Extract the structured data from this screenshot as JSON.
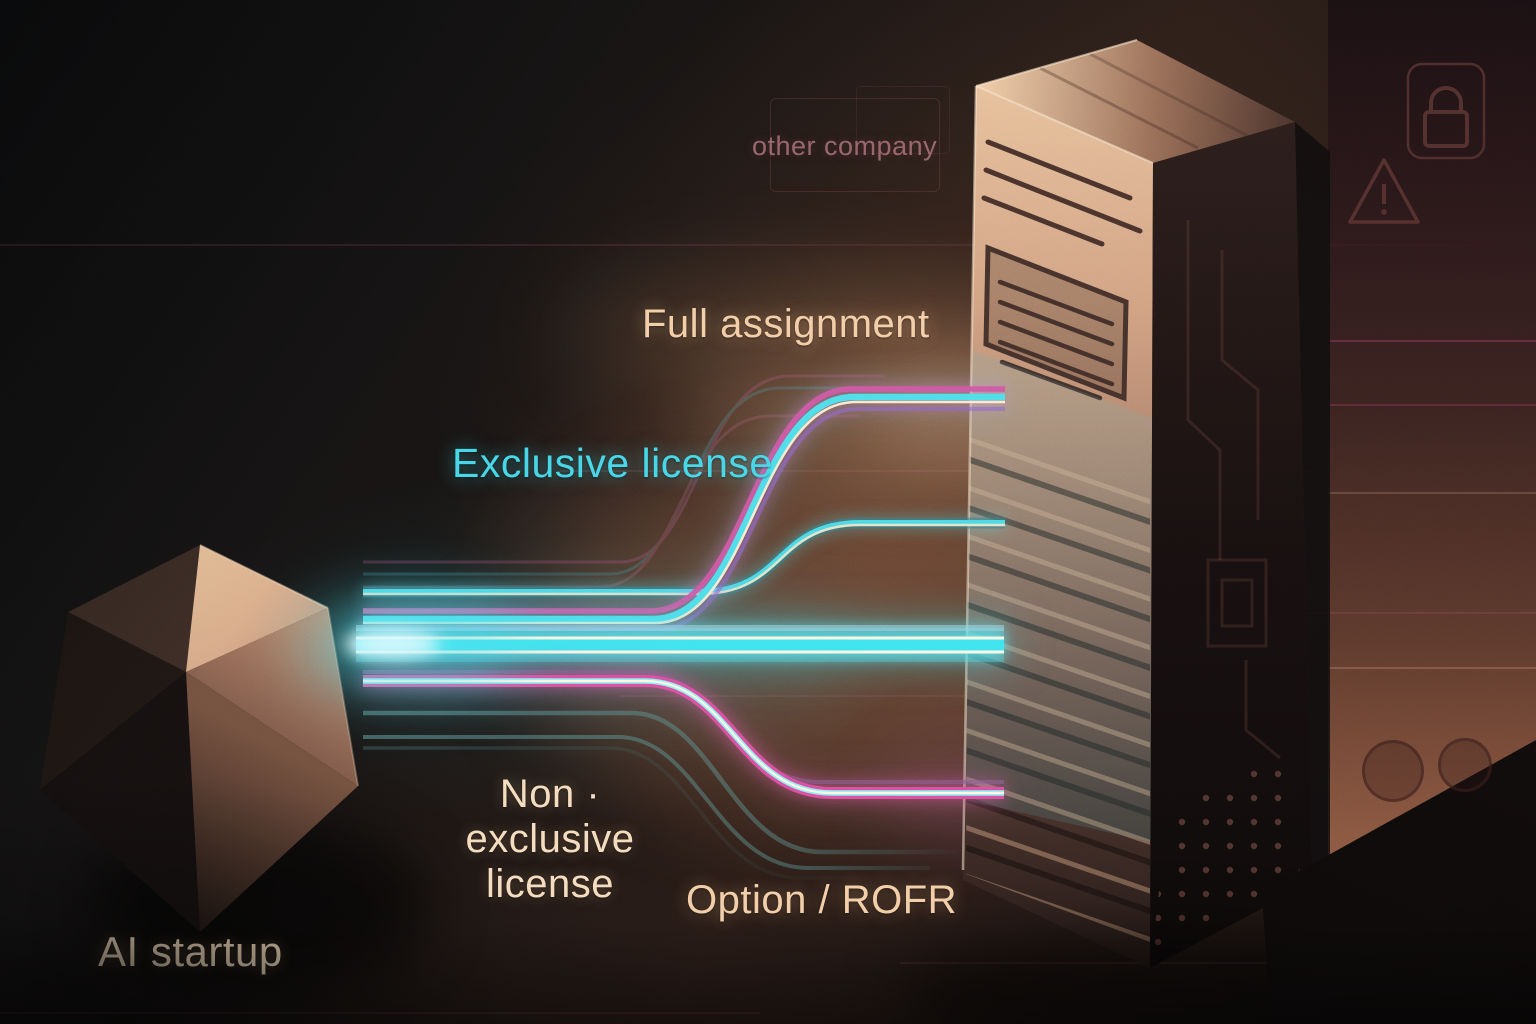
{
  "entities": {
    "source": {
      "label": "AI startup",
      "shape": "faceted-polyhedron"
    },
    "target": {
      "label": "other company",
      "shape": "dark-monolith-tower"
    }
  },
  "labels": {
    "other_company": "other company",
    "full_assignment": "Full assignment",
    "exclusive_license": "Exclusive license",
    "non_exclusive_line1": "Non · exclusive",
    "non_exclusive_line2": "license",
    "option_rofr": "Option / ROFR",
    "ai_startup": "AI startup"
  },
  "flows": [
    {
      "label": "Full assignment",
      "route": "beam bundle rising to top, entering tower",
      "stripe_colors": [
        "#cf58a4",
        "#4fdde9",
        "#f7ead0",
        "#8f68c9"
      ]
    },
    {
      "label": "Exclusive license",
      "route": "beam rising to upper-middle, entering tower",
      "stripe_colors": [
        "#357f8d",
        "#4cd8e4",
        "#f2e4c8"
      ]
    },
    {
      "label": "(unlabeled center beam)",
      "route": "bright straight beam into tower",
      "stripe_colors": [
        "#3de4ef",
        "#fdf7e2"
      ]
    },
    {
      "label": "Option / ROFR",
      "route": "pink beam descending, entering tower",
      "stripe_colors": [
        "#da4fa0",
        "#8feef2",
        "#fdf6e0"
      ]
    },
    {
      "label": "Non · exclusive license",
      "route": "faint teal strands descending and fading out",
      "stripe_colors": [
        "#5d8f8e"
      ]
    }
  ],
  "icons": {
    "lock": "padlock-outline-icon",
    "warning": "warning-triangle-icon"
  },
  "colors": {
    "beam_cyan": "#3de4ef",
    "beam_magenta": "#d94f9f",
    "beam_cream": "#fdf7e2",
    "beam_teal_faint": "#5d8f8e",
    "label_peach": "#f2cda6",
    "label_cyan": "#46d6e7",
    "label_dim_rose": "#95646a",
    "monolith_light": "#e5bd9a",
    "wall_copper": "#a4684a",
    "background_dark": "#151211"
  }
}
